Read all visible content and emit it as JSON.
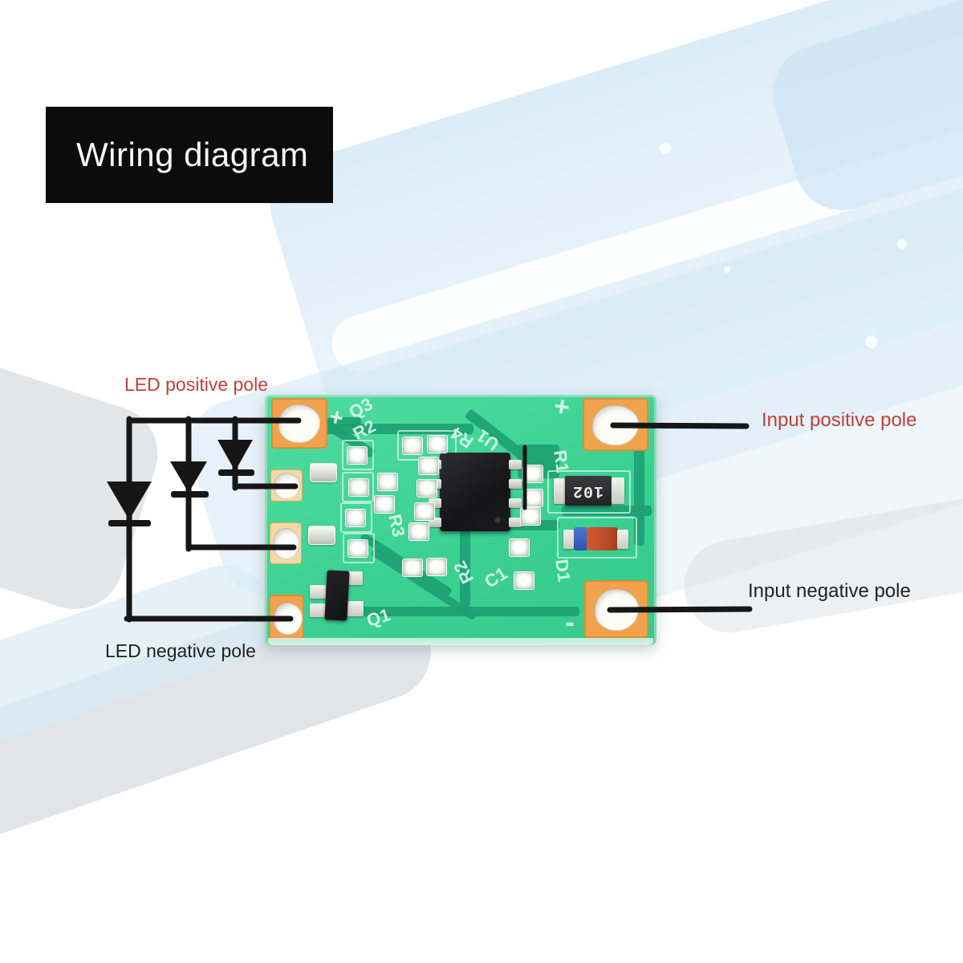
{
  "title": "Wiring diagram",
  "callouts": {
    "led_positive": "LED positive pole",
    "led_negative": "LED negative pole",
    "input_positive": "Input positive pole",
    "input_negative": "Input negative pole"
  },
  "pcb": {
    "silkscreen": [
      {
        "text": "Q3"
      },
      {
        "text": "R2"
      },
      {
        "text": "R4"
      },
      {
        "text": "U1"
      },
      {
        "text": "R1"
      },
      {
        "text": "R3"
      },
      {
        "text": "R2"
      },
      {
        "text": "C1"
      },
      {
        "text": "D1"
      },
      {
        "text": "Q1"
      },
      {
        "text": "+"
      },
      {
        "text": "+"
      },
      {
        "text": "-"
      }
    ],
    "resistor_marking": "102"
  },
  "colors": {
    "callout_red": "#bf3f3a",
    "callout_black": "#212121",
    "title_bg": "#0c0c0c",
    "title_text": "#f7f7f7",
    "wire_black": "#161616",
    "board_green": "#3bd193",
    "trace_green": "#1da173",
    "pad_orange": "#f0a24c"
  }
}
